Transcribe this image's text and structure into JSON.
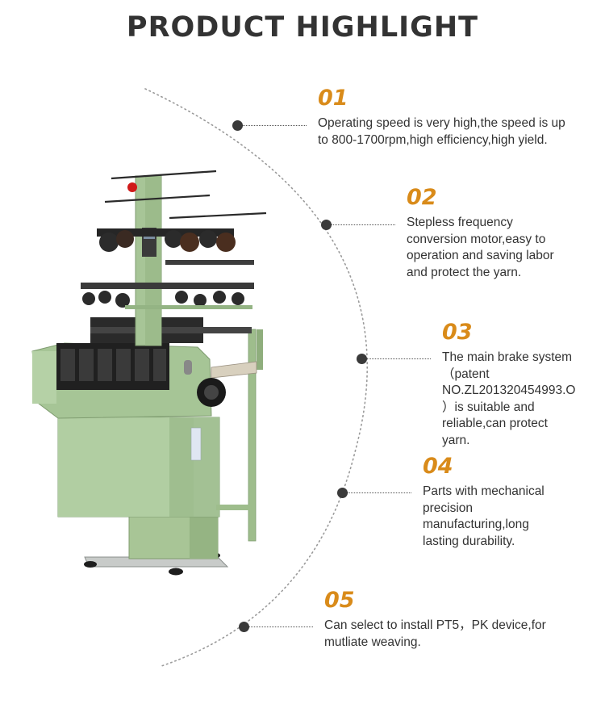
{
  "title": "PRODUCT HIGHLIGHT",
  "machine_icon": "needle-loom-machine",
  "accent_color": "#d98b1a",
  "highlights": [
    {
      "number": "01",
      "lines": [
        "Operating speed is very high,the speed is up",
        "to 800-1700rpm,high efficiency,high yield."
      ]
    },
    {
      "number": "02",
      "lines": [
        "Stepless frequency",
        "conversion motor,easy to",
        "operation and saving labor",
        "and protect the yarn."
      ]
    },
    {
      "number": "03",
      "lines": [
        "The main brake system",
        "（patent",
        "NO.ZL201320454993.O",
        "）is suitable and",
        "reliable,can protect",
        "yarn."
      ]
    },
    {
      "number": "04",
      "lines": [
        "Parts with mechanical",
        "precision",
        "manufacturing,long",
        "lasting durability."
      ]
    },
    {
      "number": "05",
      "lines": [
        "Can select to install PT5，PK device,for",
        "mutliate weaving."
      ]
    }
  ]
}
